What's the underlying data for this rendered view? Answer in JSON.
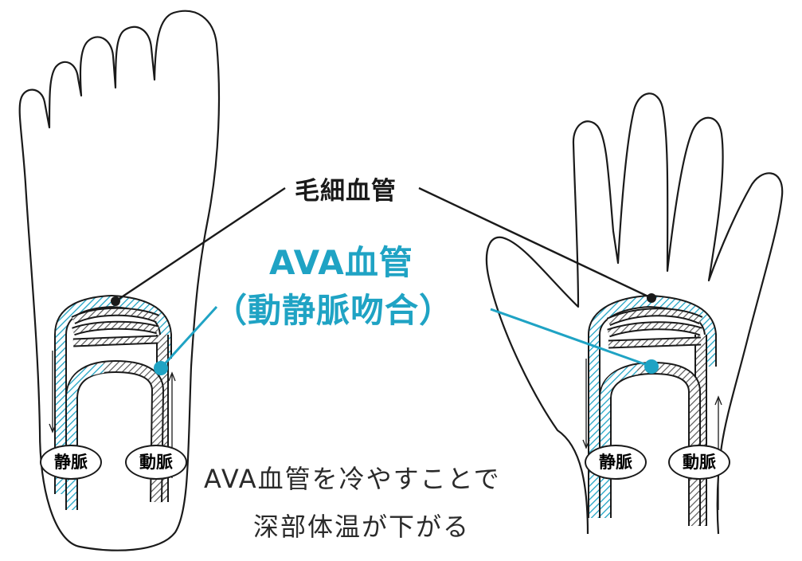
{
  "labels": {
    "capillary": "毛細血管",
    "ava_line1": "AVA血管",
    "ava_line2": "（動静脈吻合）",
    "vein": "静脈",
    "artery": "動脈",
    "caption_line1": "AVA血管を冷やすことで",
    "caption_line2": "深部体温が下がる"
  },
  "colors": {
    "outline": "#1a1a1a",
    "ava_accent": "#1fa3c4",
    "vessel_hatch": "#555555",
    "background": "#ffffff"
  }
}
